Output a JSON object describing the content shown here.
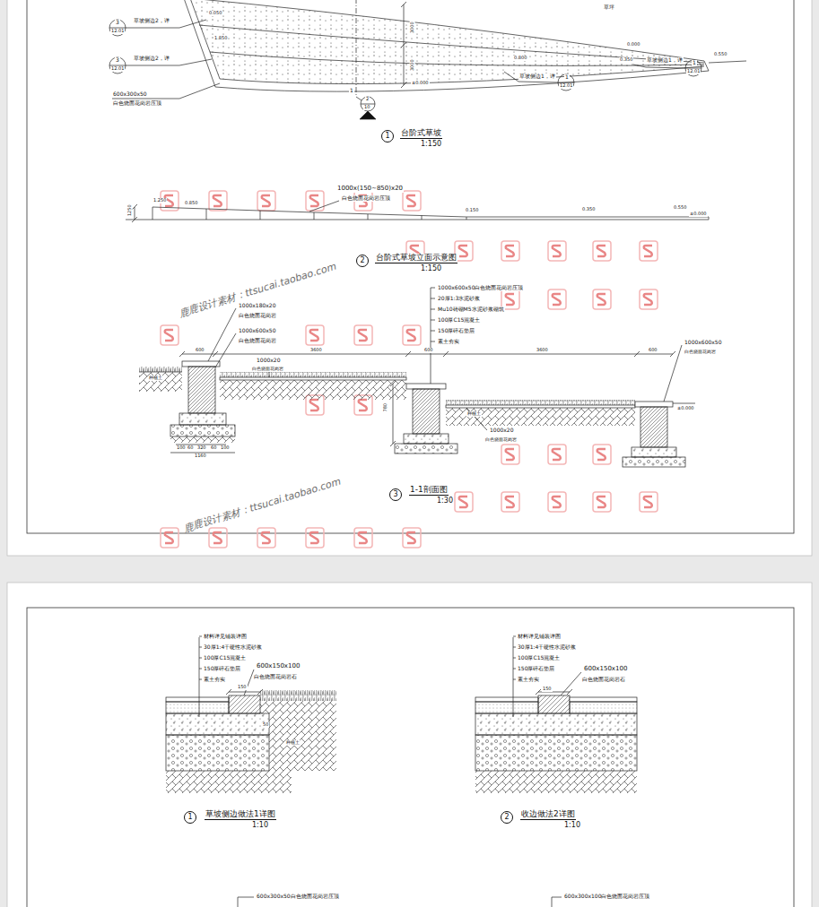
{
  "diagram": {
    "nodes": [
      {
        "text": [
          "1"
        ]
      },
      {
        "text": [
          "2"
        ]
      },
      {
        "text": [
          "3"
        ]
      },
      {
        "text": [
          "1"
        ]
      },
      {
        "text": [
          "2"
        ]
      }
    ],
    "labels": [
      "3",
      "12.01",
      "草坡侧边2，详",
      "3",
      "12.01",
      "草坡侧边2，详",
      "600x300x50",
      "白色烧面花岗岩压顶",
      "0.050",
      "1.850",
      "3000",
      "3000",
      "1",
      "2",
      "10",
      "±0.000",
      "0.800",
      "草坡侧边1，详",
      "1",
      "12.01",
      "草坪",
      "0.000",
      "0.350",
      "草坡侧边1，详",
      "1",
      "12.01",
      "0.550",
      "台阶式草坡",
      "1:150",
      "1000x(150~850)x20",
      "白色烧面花岗岩压顶",
      "1250",
      "1.250",
      "0.850",
      "0.150",
      "0.350",
      "0.550",
      "±0.000",
      "台阶式草坡立面示意图",
      "1:150",
      "鹿鹿设计素材：ttsucai.taobao.com",
      "1000x600x50白色烧面花岗岩压顶",
      "20厚1:3水泥砂浆",
      "Mu10砖砌M5水泥砂浆砌筑",
      "100厚C15混凝土",
      "150厚碎石垫层",
      "素土夯实",
      "1000x180x20",
      "白色烧面花岗岩",
      "1000x600x50",
      "白色烧面花岗岩",
      "600",
      "3600",
      "600",
      "3600",
      "600",
      "1000x20",
      "白色烧面花岗岩",
      "1000x600x50",
      "白色烧面花岗岩",
      "±0.000",
      "1000x20",
      "白色烧面花岗岩",
      "种植土",
      "种植土",
      "780",
      "100",
      "60",
      "320",
      "60",
      "100",
      "1160",
      "1-1剖面图",
      "1:30",
      "鹿鹿设计素材：ttsucai.taobao.com",
      "材料详见铺装详图",
      "30厚1:4干硬性水泥砂浆",
      "100厚C15混凝土",
      "150厚碎石垫层",
      "素土夯实",
      "600x150x100",
      "白色烧面花岗岩石",
      "150",
      "50",
      "种植土",
      "草坡侧边做法1详图",
      "1:10",
      "材料详见铺装详图",
      "30厚1:4干硬性水泥砂浆",
      "100厚C15混凝土",
      "150厚碎石垫层",
      "素土夯实",
      "600x150x100",
      "白色烧面花岗岩石",
      "150",
      "收边做法2详图",
      "1:10",
      "600x300x50白色烧面花岗岩压顶",
      "600x300x100白色烧面花岗岩压顶"
    ]
  }
}
